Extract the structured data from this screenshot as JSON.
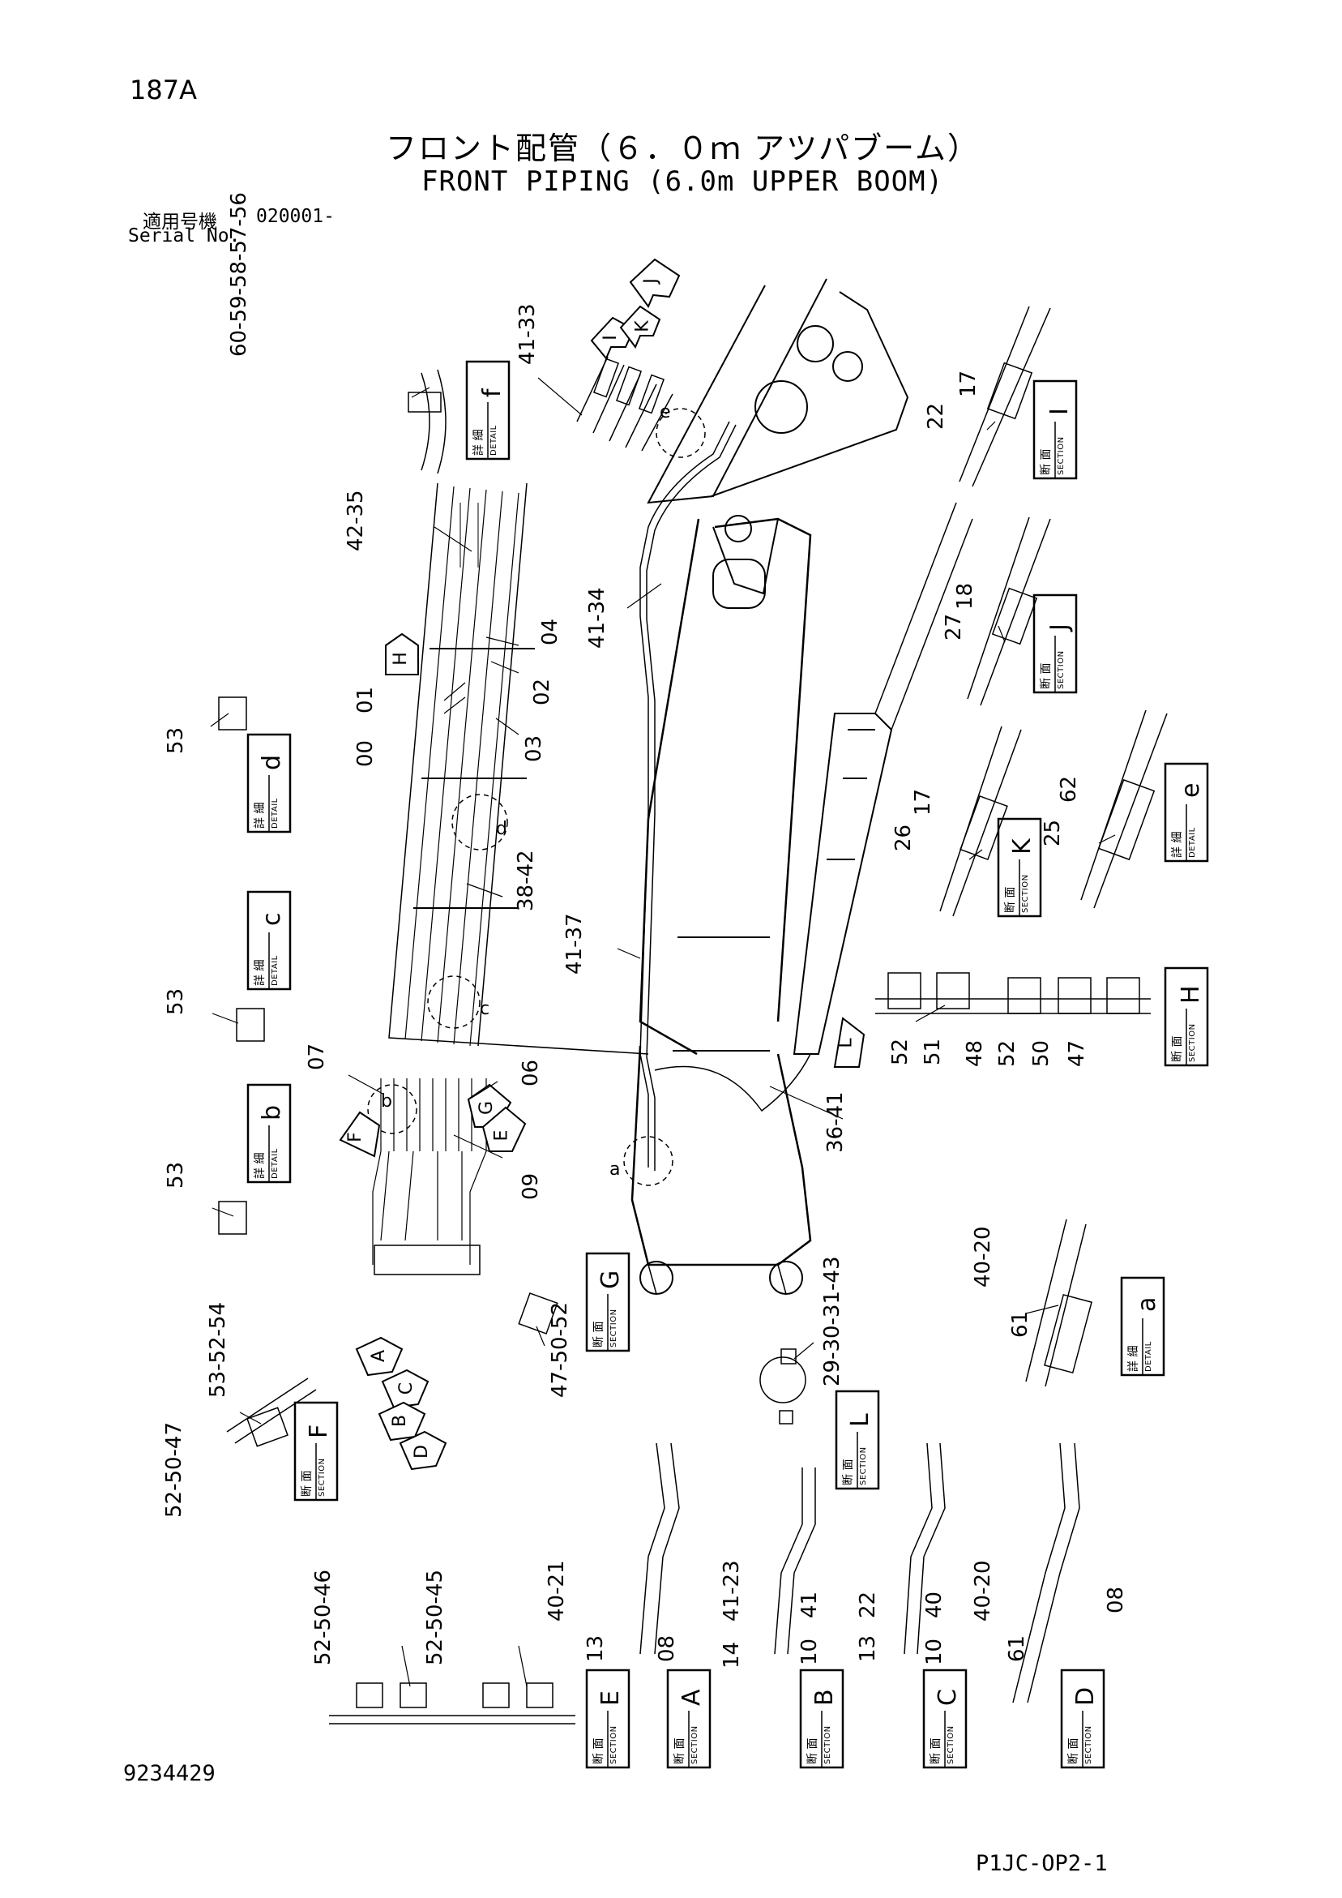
{
  "header": {
    "page_number": "187A",
    "title_japanese": "フロント配管（６．０ｍ アツパブーム）",
    "title_english": "FRONT PIPING (6.0m UPPER BOOM)",
    "serial_label_japanese": "適用号機",
    "serial_value": "020001-",
    "serial_label_english": "Serial No."
  },
  "footer": {
    "drawing_number": "9234429",
    "sheet_code": "P1JC-OP2-1"
  },
  "panels": {
    "detail_jp": "詳 細",
    "detail_en": "DETAIL",
    "section_jp": "断 面",
    "section_en": "SECTION",
    "letters": {
      "f": "f",
      "e": "e",
      "d": "d",
      "c": "c",
      "b": "b",
      "a": "a",
      "I": "I",
      "J": "J",
      "K": "K",
      "H": "H",
      "G": "G",
      "F": "F",
      "L": "L",
      "E": "E",
      "A": "A",
      "B": "B",
      "C": "C",
      "D": "D"
    }
  },
  "arrows": {
    "I": "I",
    "J": "J",
    "K": "K",
    "H": "H",
    "L": "L",
    "F": "F",
    "G": "G",
    "E": "E",
    "A": "A",
    "C": "C",
    "B": "B",
    "D": "D"
  },
  "circle_tags": {
    "a": "a",
    "b": "b",
    "c": "c",
    "d": "d",
    "e": "e"
  },
  "part_labels": {
    "p60_56": "60-59-58-57-56",
    "p41_33": "41-33",
    "p22": "22",
    "p17a": "17",
    "p42_35": "42-35",
    "p41_34": "41-34",
    "p04": "04",
    "p02": "02",
    "p03": "03",
    "p00": "00",
    "p01": "01",
    "p27": "27",
    "p18": "18",
    "p53a": "53",
    "p26": "26",
    "p17b": "17",
    "p25": "25",
    "p62": "62",
    "p38_42": "38-42",
    "p41_37": "41-37",
    "p53b": "53",
    "p07": "07",
    "p06": "06",
    "p09": "09",
    "p52a": "52",
    "p51": "51",
    "p48": "48",
    "p52b": "52",
    "p50a": "50",
    "p47a": "47",
    "p36_41": "36-41",
    "p53c": "53",
    "p40_20a": "40-20",
    "p61a": "61",
    "p47_52": "47-50-52",
    "p29_43": "29-30-31-43",
    "p53_54": "53-52-54",
    "p52_47": "52-50-47",
    "p40_21": "40-21",
    "p13a": "13",
    "p08a": "08",
    "p41_23": "41-23",
    "p14": "14",
    "p10a": "10",
    "p41b": "41",
    "p13b": "13",
    "p22b": "22",
    "p40b": "40",
    "p10b": "10",
    "p40_20b": "40-20",
    "p61b": "61",
    "p08b": "08",
    "p52_46": "52-50-46",
    "p52_45": "52-50-45"
  }
}
